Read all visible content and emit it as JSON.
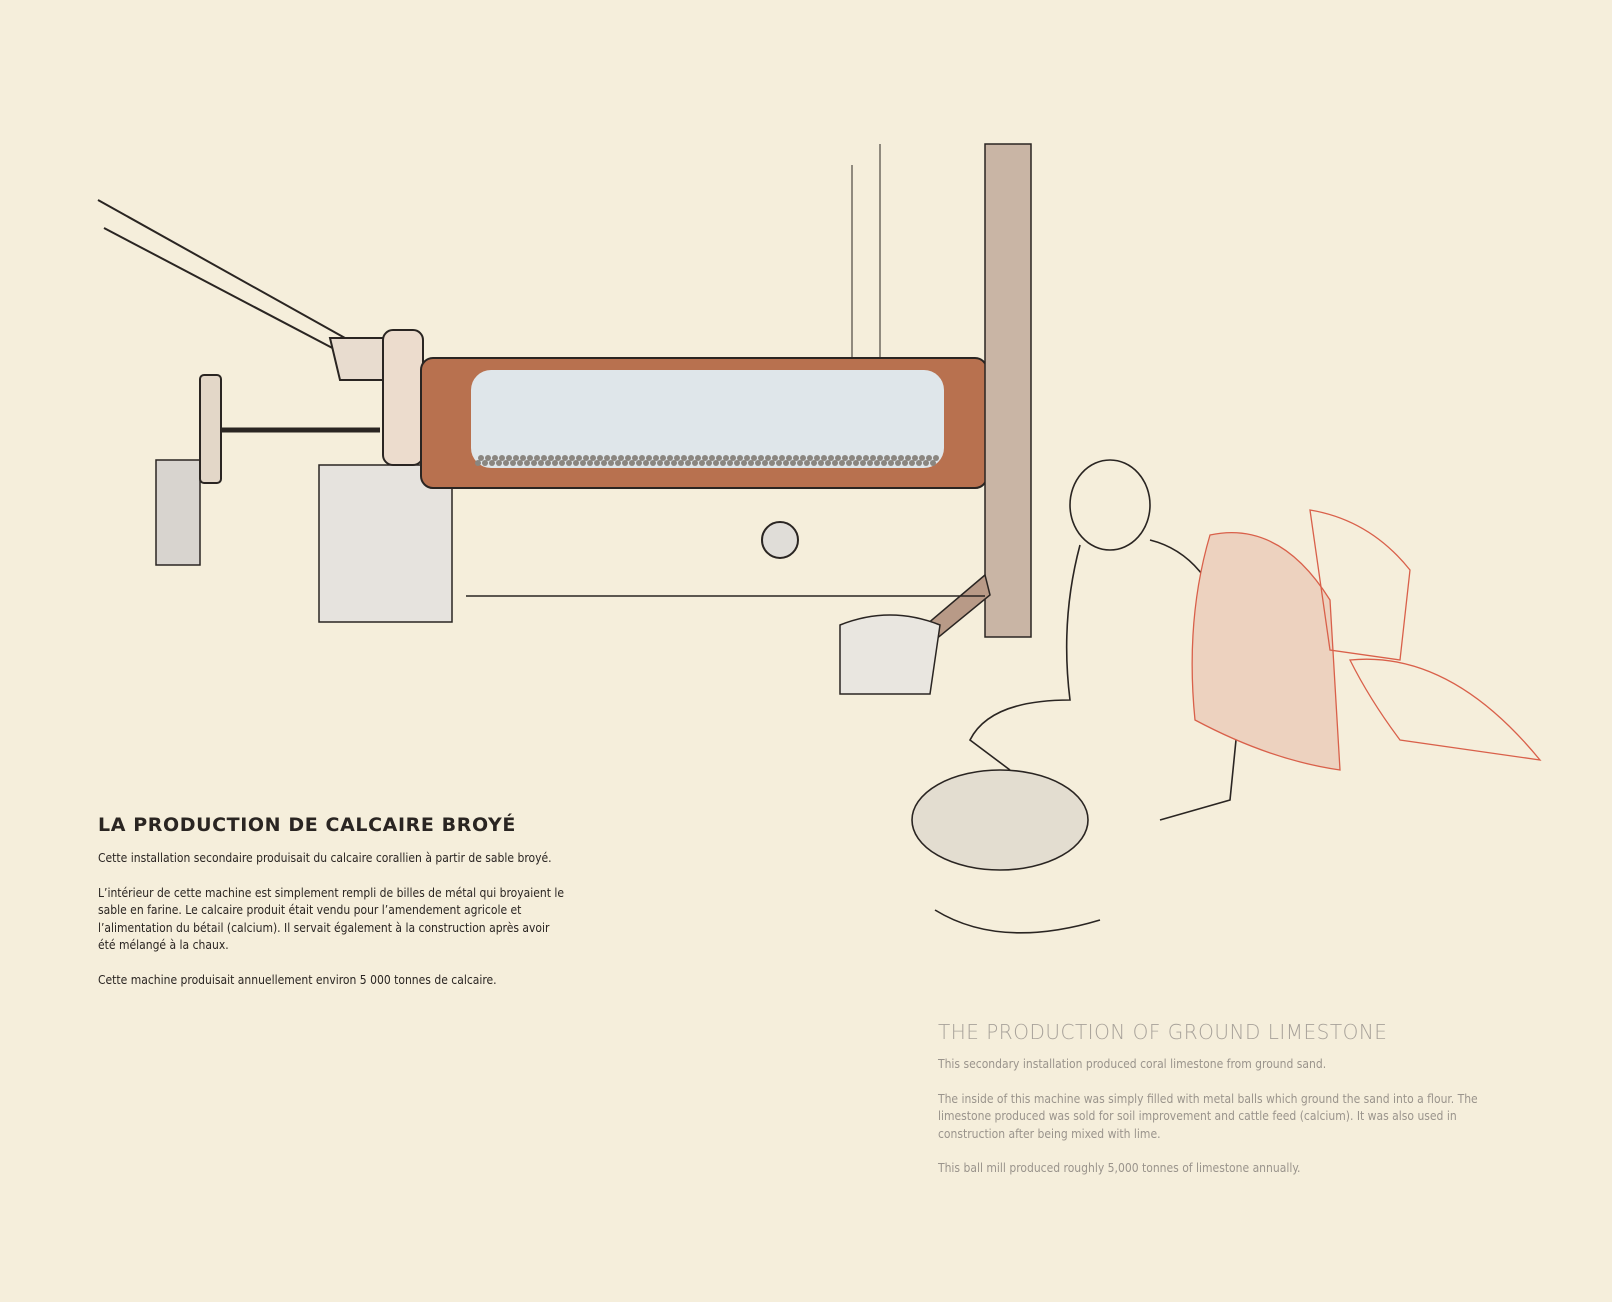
{
  "french": {
    "title": "LA PRODUCTION DE CALCAIRE BROYÉ",
    "paragraphs": [
      "Cette installation secondaire produisait du calcaire corallien à partir de sable broyé.",
      "L’intérieur de cette machine est simplement rempli de billes de métal qui broyaient le sable en farine. Le calcaire produit était vendu pour l’amendement agricole et l’alimentation du bétail (calcium). Il servait également à la construction après avoir été mélangé à la chaux.",
      "Cette machine produisait annuellement environ 5 000 tonnes de calcaire."
    ]
  },
  "english": {
    "title": "THE PRODUCTION OF GROUND LIMESTONE",
    "paragraphs": [
      "This secondary installation produced coral limestone from ground sand.",
      "The inside of this machine was simply filled with metal balls which ground the sand into a flour. The limestone produced was sold for soil improvement and cattle feed (calcium). It was also used in construction after being mixed with lime.",
      "This ball mill produced roughly 5,000 tonnes of limestone annually."
    ]
  },
  "colors": {
    "background": "#f5eedb",
    "drum": "#b8714f",
    "drum_inner": "#dfe6ea",
    "sacks": "#d9604a",
    "ink": "#2a2522"
  }
}
